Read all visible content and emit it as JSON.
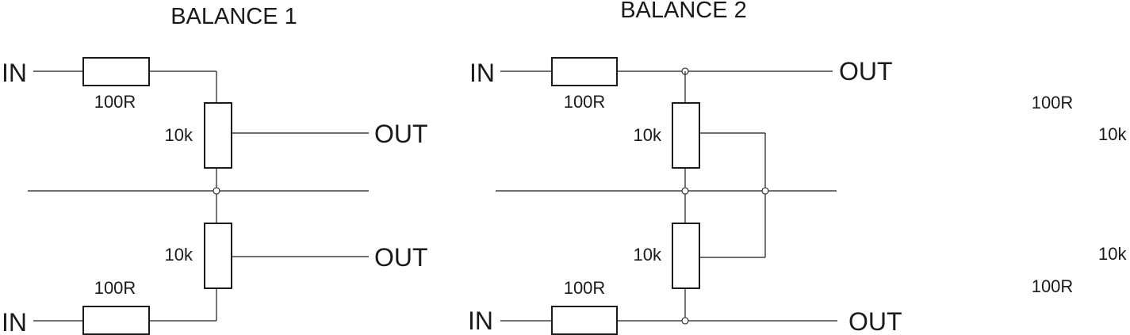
{
  "diagrams": [
    {
      "title": "BALANCE 1",
      "in_label": "IN",
      "out_label": "OUT",
      "series_resistor": "100R",
      "pot_value": "10k"
    },
    {
      "title": "BALANCE 2",
      "in_label": "IN",
      "out_label": "OUT",
      "series_resistor": "100R",
      "pot_value": "10k"
    }
  ],
  "partial_third": {
    "series_resistor": "100R",
    "pot_value": "10k"
  }
}
